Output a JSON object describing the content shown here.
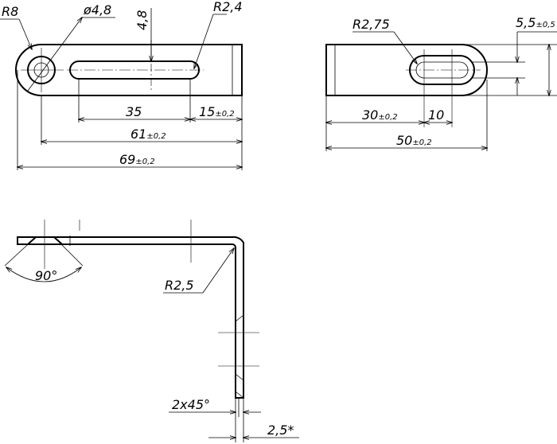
{
  "drawing": {
    "top_view": {
      "r8": "R8",
      "hole_diameter": "ø4,8",
      "slot_width": "4,8",
      "slot_radius": "R2,4",
      "slot_length": "35",
      "slot_end_offset": "15",
      "slot_end_offset_tol": "±0,2",
      "hole_to_end": "61",
      "hole_to_end_tol": "±0,2",
      "overall_length": "69",
      "overall_length_tol": "±0,2"
    },
    "side_view": {
      "slot_radius": "R2,75",
      "width": "5,5",
      "width_tol": "±0,5",
      "slot_position": "30",
      "slot_position_tol": "±0,2",
      "slot_length": "10",
      "overall_length": "50",
      "overall_length_tol": "±0,2"
    },
    "bent_view": {
      "countersink_angle": "90°",
      "bend_radius": "R2,5",
      "chamfer": "2x45°",
      "thickness": "2,5*"
    }
  }
}
